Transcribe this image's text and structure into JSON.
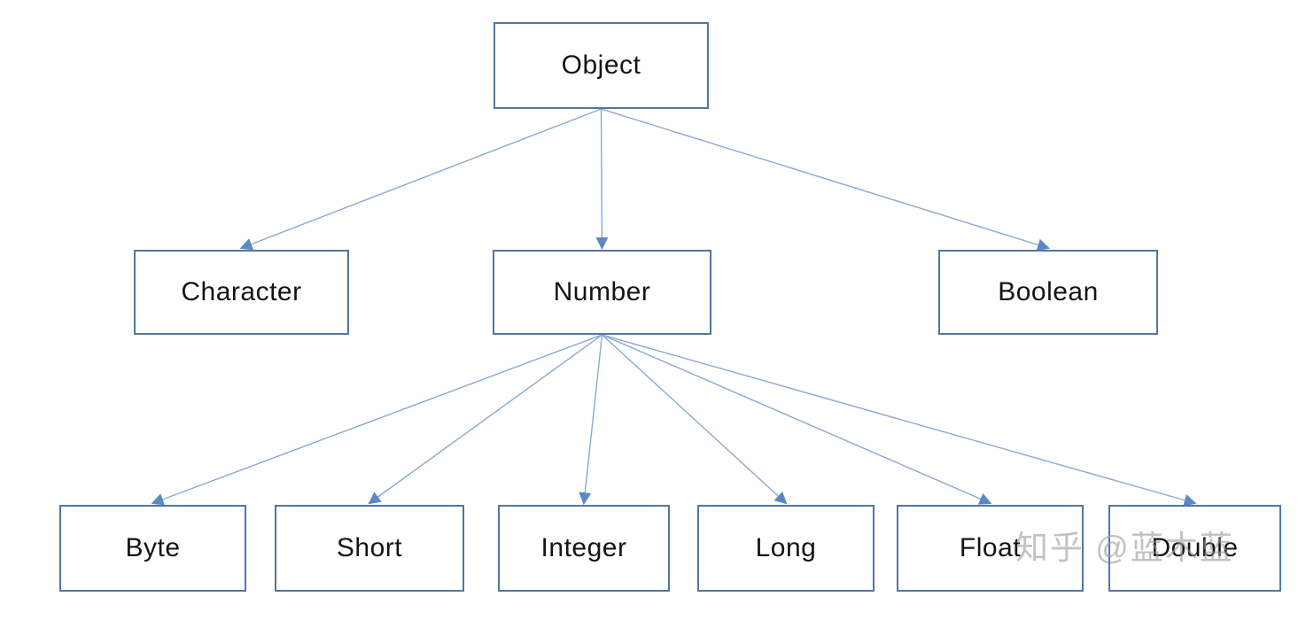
{
  "diagram": {
    "type": "tree",
    "description": "Java wrapper class inheritance hierarchy",
    "nodes": [
      {
        "id": "object",
        "label": "Object"
      },
      {
        "id": "character",
        "label": "Character"
      },
      {
        "id": "number",
        "label": "Number"
      },
      {
        "id": "boolean",
        "label": "Boolean"
      },
      {
        "id": "byte",
        "label": "Byte"
      },
      {
        "id": "short",
        "label": "Short"
      },
      {
        "id": "integer",
        "label": "Integer"
      },
      {
        "id": "long",
        "label": "Long"
      },
      {
        "id": "float",
        "label": "Float"
      },
      {
        "id": "double",
        "label": "Double"
      }
    ],
    "edges": [
      {
        "from": "object",
        "to": "character"
      },
      {
        "from": "object",
        "to": "number"
      },
      {
        "from": "object",
        "to": "boolean"
      },
      {
        "from": "number",
        "to": "byte"
      },
      {
        "from": "number",
        "to": "short"
      },
      {
        "from": "number",
        "to": "integer"
      },
      {
        "from": "number",
        "to": "long"
      },
      {
        "from": "number",
        "to": "float"
      },
      {
        "from": "number",
        "to": "double"
      }
    ],
    "colors": {
      "box_border": "#53769f",
      "box_fill": "#ffffff",
      "arrow_line": "#8aa8d4",
      "arrow_head": "#5c88c6",
      "text": "#141414",
      "watermark": "#9a9a9a"
    },
    "watermark": "知乎 @蓝木蓝"
  }
}
